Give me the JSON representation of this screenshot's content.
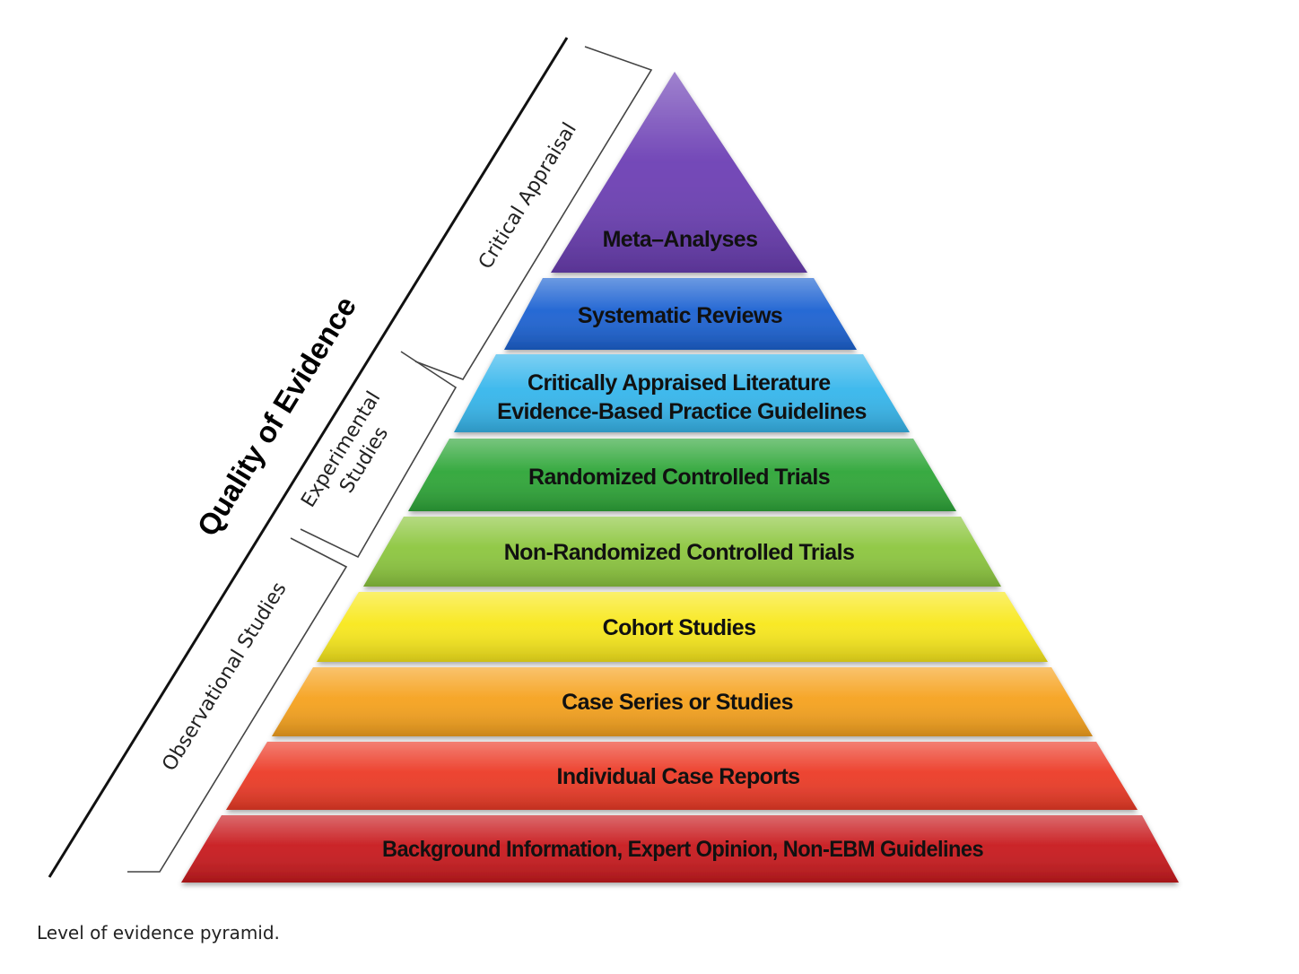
{
  "axis_title": "Quality of Evidence",
  "tiers": [
    {
      "lines": [
        "Meta–Analyses"
      ],
      "color": "#6c3fb4"
    },
    {
      "lines": [
        "Systematic Reviews"
      ],
      "color": "#1c62d2"
    },
    {
      "lines": [
        "Critically Appraised Literature",
        "Evidence-Based Practice Guidelines"
      ],
      "color": "#36b6ec"
    },
    {
      "lines": [
        "Randomized Controlled Trials"
      ],
      "color": "#2ea638"
    },
    {
      "lines": [
        "Non-Randomized Controlled Trials"
      ],
      "color": "#8cc63e"
    },
    {
      "lines": [
        "Cohort Studies"
      ],
      "color": "#f8e81c"
    },
    {
      "lines": [
        "Case Series or Studies"
      ],
      "color": "#f6a21e"
    },
    {
      "lines": [
        "Individual Case Reports"
      ],
      "color": "#ec3a26"
    },
    {
      "lines": [
        "Background Information, Expert Opinion, Non-EBM Guidelines"
      ],
      "color": "#c8191d"
    }
  ],
  "brackets": [
    {
      "lines": [
        "Critical Appraisal"
      ]
    },
    {
      "lines": [
        "Experimental",
        "Studies"
      ]
    },
    {
      "lines": [
        "Observational Studies"
      ]
    }
  ],
  "caption": "Level of evidence pyramid."
}
